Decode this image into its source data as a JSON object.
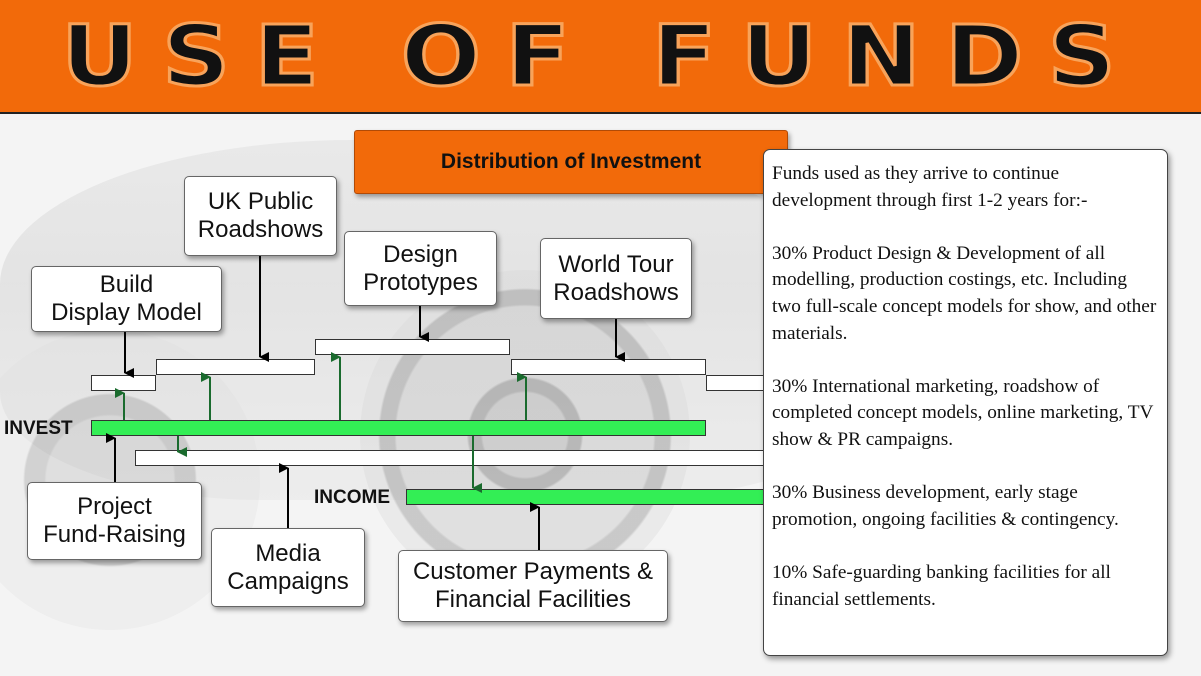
{
  "header": {
    "title": "USE OF FUNDS"
  },
  "subtitle": "Distribution of Investment",
  "labels": {
    "build_display_model": "Build\nDisplay Model",
    "uk_public_roadshows": "UK Public\nRoadshows",
    "design_prototypes": "Design\nPrototypes",
    "world_tour_roadshows": "World Tour\nRoadshows",
    "project_fund_raising": "Project\nFund-Raising",
    "media_campaigns": "Media\nCampaigns",
    "customer_payments": "Customer Payments &\nFinancial Facilities"
  },
  "axes": {
    "invest": "INVEST",
    "income": "INCOME"
  },
  "notes": [
    "Funds used as they arrive to continue development through first 1-2 years for:-",
    "30% Product Design & Development of all modelling, production costings, etc. Including two full-scale concept models for show, and other materials.",
    "30% International marketing, roadshow of completed concept models, online marketing, TV show & PR campaigns.",
    "30% Business development, early stage promotion, ongoing facilities & contingency.",
    "10% Safe-guarding banking facilities for all financial settlements."
  ],
  "colors": {
    "banner": "#f26a0a",
    "invest_bar": "#33ee55",
    "income_bar": "#33ee55",
    "up_arrow": "#1a6b2e",
    "down_arrow": "#000000"
  }
}
